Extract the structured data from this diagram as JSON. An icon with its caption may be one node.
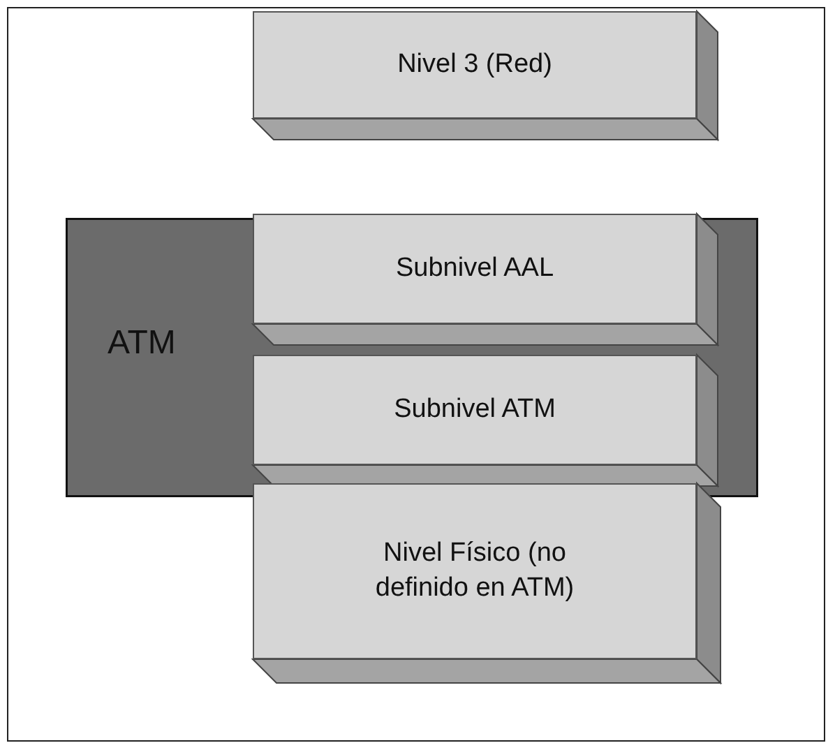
{
  "diagram": {
    "nodes": [
      {
        "text": [
          "ATM"
        ]
      },
      {
        "text": [
          "Nivel 3 (Red)"
        ]
      },
      {
        "text": [
          "Subnivel AAL"
        ],
        "in": 0
      },
      {
        "text": [
          "Subnivel ATM"
        ],
        "in": 0
      },
      {
        "text": [
          "Nivel Físico (no definido en ATM)"
        ]
      }
    ]
  }
}
